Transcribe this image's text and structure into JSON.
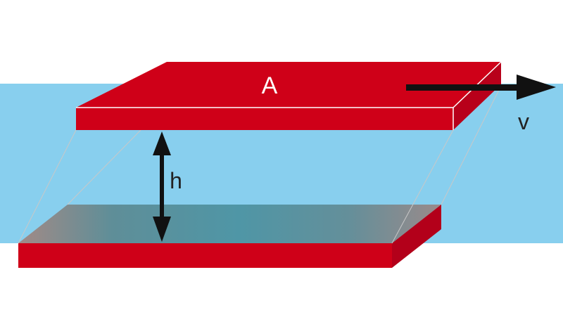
{
  "labels": {
    "area": "A",
    "height": "h",
    "velocity": "v"
  },
  "colors": {
    "fluid": "#88cfee",
    "plate": "#cf0018",
    "plate_side": "#b8001a",
    "arrow": "#111111",
    "guide_lines": "#c8c8c8"
  }
}
